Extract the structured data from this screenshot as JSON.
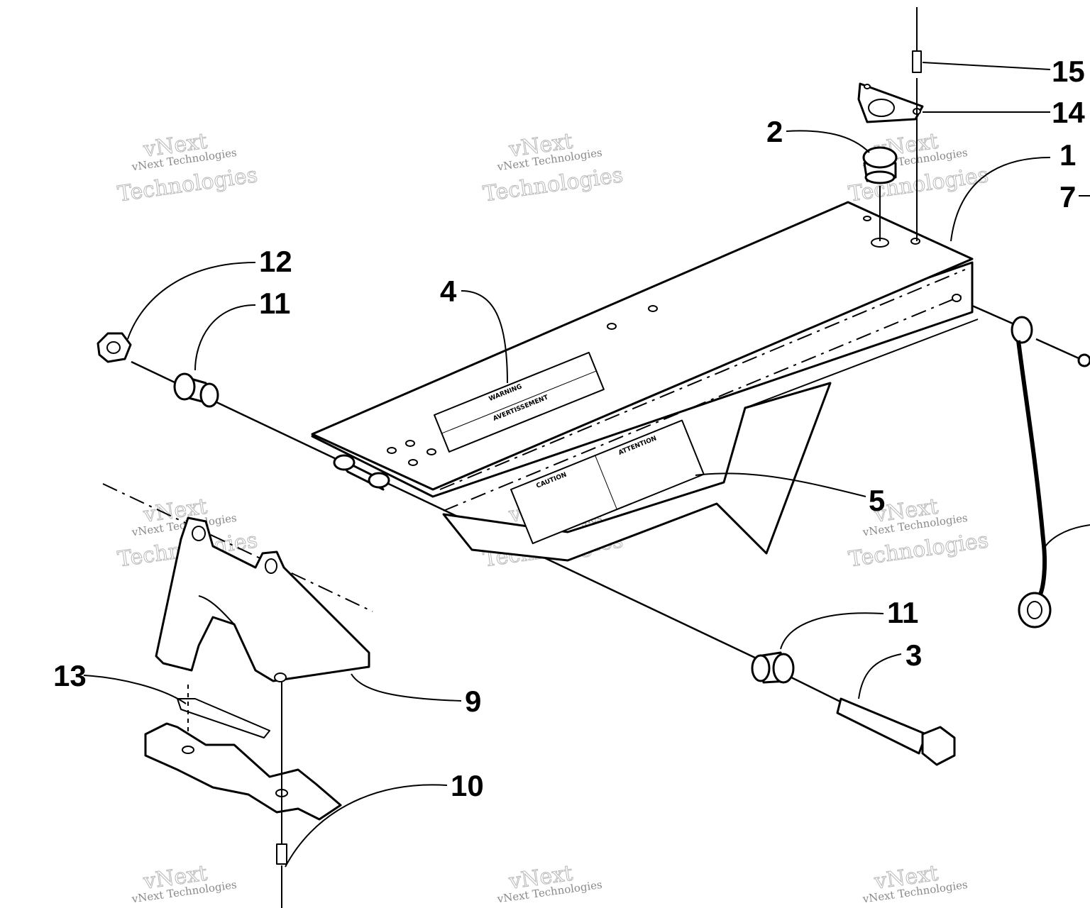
{
  "diagram": {
    "callouts": [
      {
        "id": "c1",
        "label": "1"
      },
      {
        "id": "c2",
        "label": "2"
      },
      {
        "id": "c3",
        "label": "3"
      },
      {
        "id": "c4",
        "label": "4"
      },
      {
        "id": "c5",
        "label": "5"
      },
      {
        "id": "c7",
        "label": "7"
      },
      {
        "id": "c9",
        "label": "9"
      },
      {
        "id": "c10",
        "label": "10"
      },
      {
        "id": "c11a",
        "label": "11"
      },
      {
        "id": "c11b",
        "label": "11"
      },
      {
        "id": "c12",
        "label": "12"
      },
      {
        "id": "c13",
        "label": "13"
      },
      {
        "id": "c14",
        "label": "14"
      },
      {
        "id": "c15",
        "label": "15"
      }
    ],
    "watermark": {
      "line1": "vNext",
      "line2": "vNext Technologies",
      "line3": "Technologies"
    },
    "labels": {
      "warning": "WARNING",
      "avertissement": "AVERTISSEMENT",
      "caution": "CAUTION",
      "attention": "ATTENTION"
    }
  }
}
